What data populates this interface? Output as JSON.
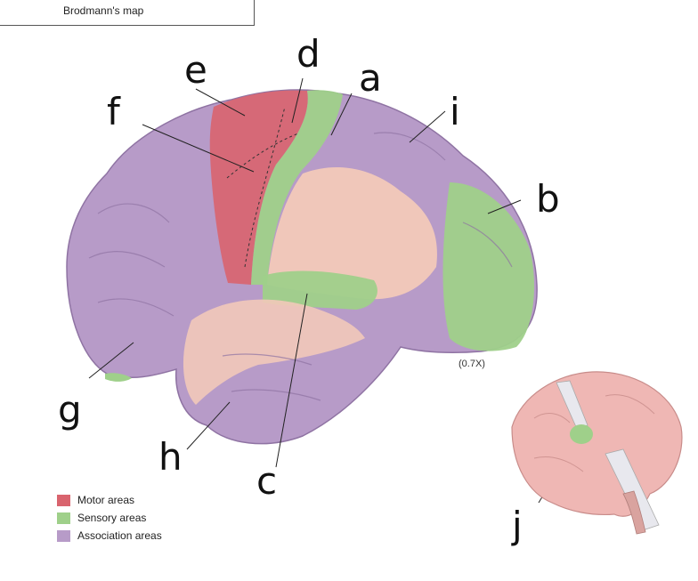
{
  "header": {
    "title": "Brodmann's map"
  },
  "scale_note": "(0.7X)",
  "colors": {
    "motor": "#d9646e",
    "sensory": "#9fd08a",
    "association": "#b79bc8",
    "other": "#f2c9b9"
  },
  "legend": [
    {
      "label": "Motor areas",
      "color": "#d9646e"
    },
    {
      "label": "Sensory areas",
      "color": "#9fd08a"
    },
    {
      "label": "Association areas",
      "color": "#b79bc8"
    }
  ],
  "labels": {
    "a": "a",
    "b": "b",
    "c": "c",
    "d": "d",
    "e": "e",
    "f": "f",
    "g": "g",
    "h": "h",
    "i": "i",
    "j": "j"
  }
}
